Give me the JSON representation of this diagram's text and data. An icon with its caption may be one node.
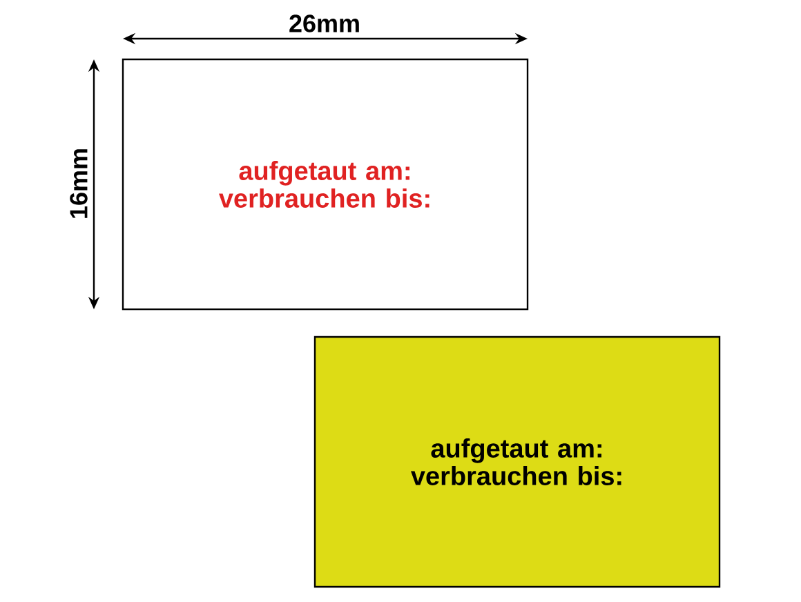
{
  "diagram": {
    "nodes": [
      {
        "text": [
          "aufgetaut am: verbrauchen bis:"
        ]
      },
      {
        "text": [
          "aufgetaut am: verbrauchen bis:"
        ]
      }
    ],
    "labels": [
      "26mm",
      "16mm"
    ]
  }
}
